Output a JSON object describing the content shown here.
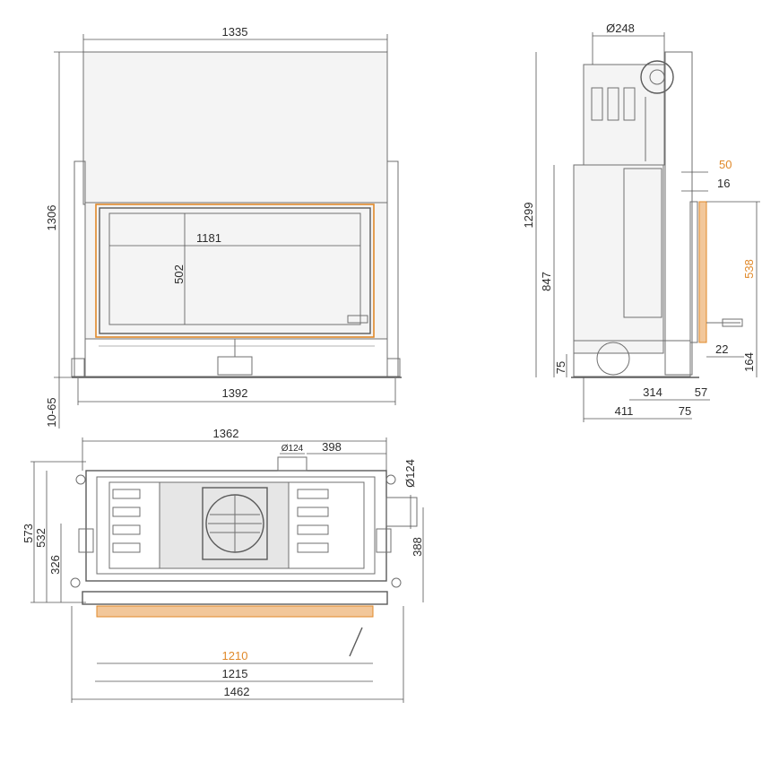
{
  "front_view": {
    "width_top": "1335",
    "height_total": "1306",
    "glass_width": "1181",
    "glass_height": "502",
    "width_base": "1392",
    "leg_adjust": "10-65"
  },
  "side_view": {
    "flue_diameter": "Ø248",
    "total_height": "1299",
    "body_height": "847",
    "base_height": "75",
    "frame_offset": "50",
    "frame_depth": "16",
    "door_height": "538",
    "bottom_gap": "22",
    "bottom_height": "164",
    "depth_a": "314",
    "depth_b": "57",
    "depth_total": "411",
    "depth_c": "75"
  },
  "top_view": {
    "width_top": "1362",
    "inlet_diameter": "Ø124",
    "inlet_offset": "398",
    "side_inlet_diameter": "Ø124",
    "depth_total": "573",
    "depth_mid": "532",
    "depth_inner": "326",
    "side_inlet_offset": "388",
    "glass_width": "1210",
    "frame_width": "1215",
    "width_base": "1462"
  },
  "colors": {
    "line": "#6f6f6f",
    "dimension_text": "#2b2b2b",
    "highlight": "#e0892a"
  }
}
